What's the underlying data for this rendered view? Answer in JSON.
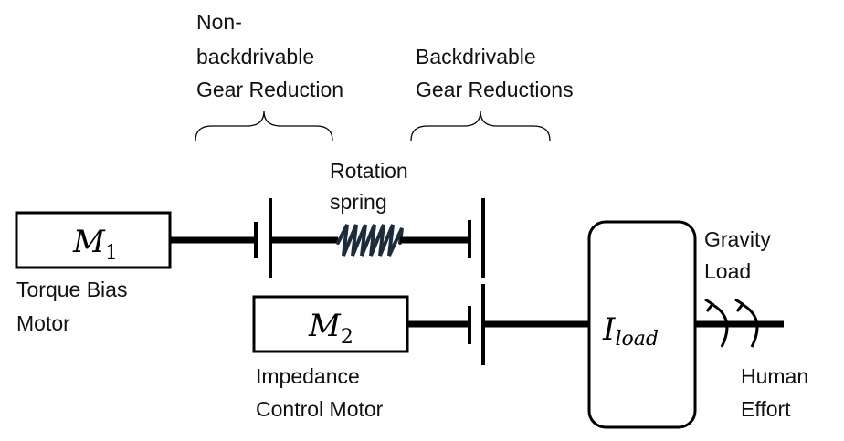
{
  "braces": {
    "non_backdrivable": {
      "line1": "Non-",
      "line2": "backdrivable",
      "line3": "Gear Reduction"
    },
    "backdrivable": {
      "line1": "Backdrivable",
      "line2": "Gear Reductions"
    }
  },
  "spring": {
    "line1": "Rotation",
    "line2": "spring"
  },
  "motor1": {
    "symbol": "M",
    "subscript": "1",
    "caption_line1": "Torque Bias",
    "caption_line2": "Motor"
  },
  "motor2": {
    "symbol": "M",
    "subscript": "2",
    "caption_line1": "Impedance",
    "caption_line2": "Control Motor"
  },
  "load": {
    "symbol": "I",
    "subscript": "load"
  },
  "gravity": {
    "line1": "Gravity",
    "line2": "Load"
  },
  "human": {
    "line1": "Human",
    "line2": "Effort"
  }
}
